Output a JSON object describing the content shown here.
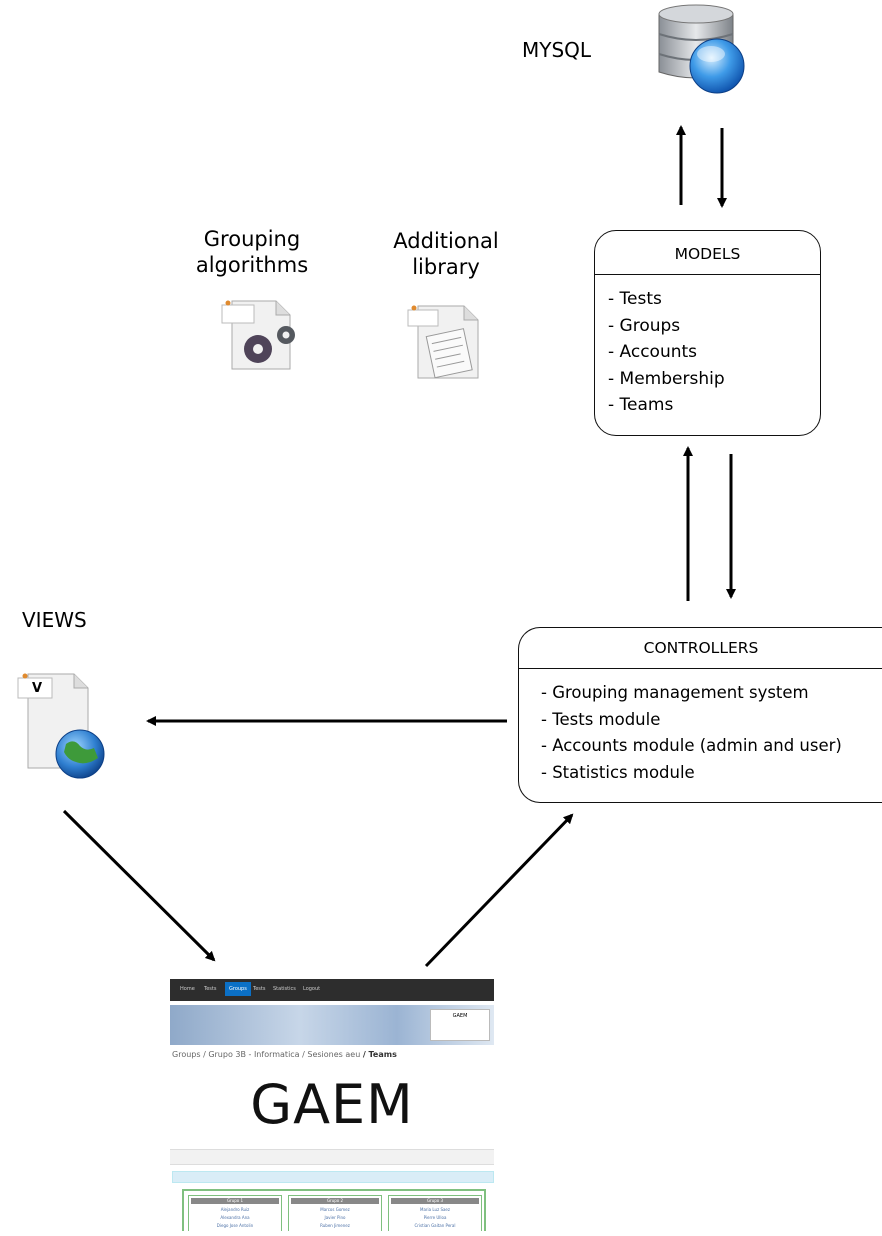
{
  "db": {
    "label": "MYSQL",
    "icon": "database-icon"
  },
  "grouping": {
    "label_line1": "Grouping",
    "label_line2": "algorithms",
    "icon": "gears-document-icon"
  },
  "library": {
    "label_line1": "Additional",
    "label_line2": "library",
    "icon": "text-document-icon"
  },
  "models": {
    "title": "MODELS",
    "items": [
      "- Tests",
      "- Groups",
      "- Accounts",
      "- Membership",
      "- Teams"
    ]
  },
  "views": {
    "label": "VIEWS",
    "icon": "web-document-icon",
    "icon_letter": "V"
  },
  "controllers": {
    "title": "CONTROLLERS",
    "items": [
      "-  Grouping management system",
      "-  Tests module",
      "-  Accounts module (admin and user)",
      "-  Statistics module"
    ]
  },
  "screenshot": {
    "nav": [
      "Home",
      "Tests",
      "Groups",
      "Tests",
      "Statistics",
      "Logout"
    ],
    "nav_active_index": 2,
    "logo_text": "GAEM",
    "breadcrumb": [
      "Groups",
      "/ Grupo 3B - Informatica",
      "/ Sesiones aeu",
      "/ Teams"
    ],
    "overlay_title": "GAEM",
    "panel_titles": [
      "Grupo 1",
      "Grupo 2",
      "Grupo 3"
    ],
    "panel_rows": [
      [
        "Alejandro Ruiz",
        "Alexandra Ana",
        "Diego Jose Antolin"
      ],
      [
        "Marcos Gomez",
        "Javier Pino",
        "Ruben Jimenez"
      ],
      [
        "Maria Luz Saez",
        "Pierre Ulloa",
        "Cristian Gaitan Peral"
      ]
    ]
  },
  "colors": {
    "arrow": "#000000",
    "border": "#111111"
  }
}
